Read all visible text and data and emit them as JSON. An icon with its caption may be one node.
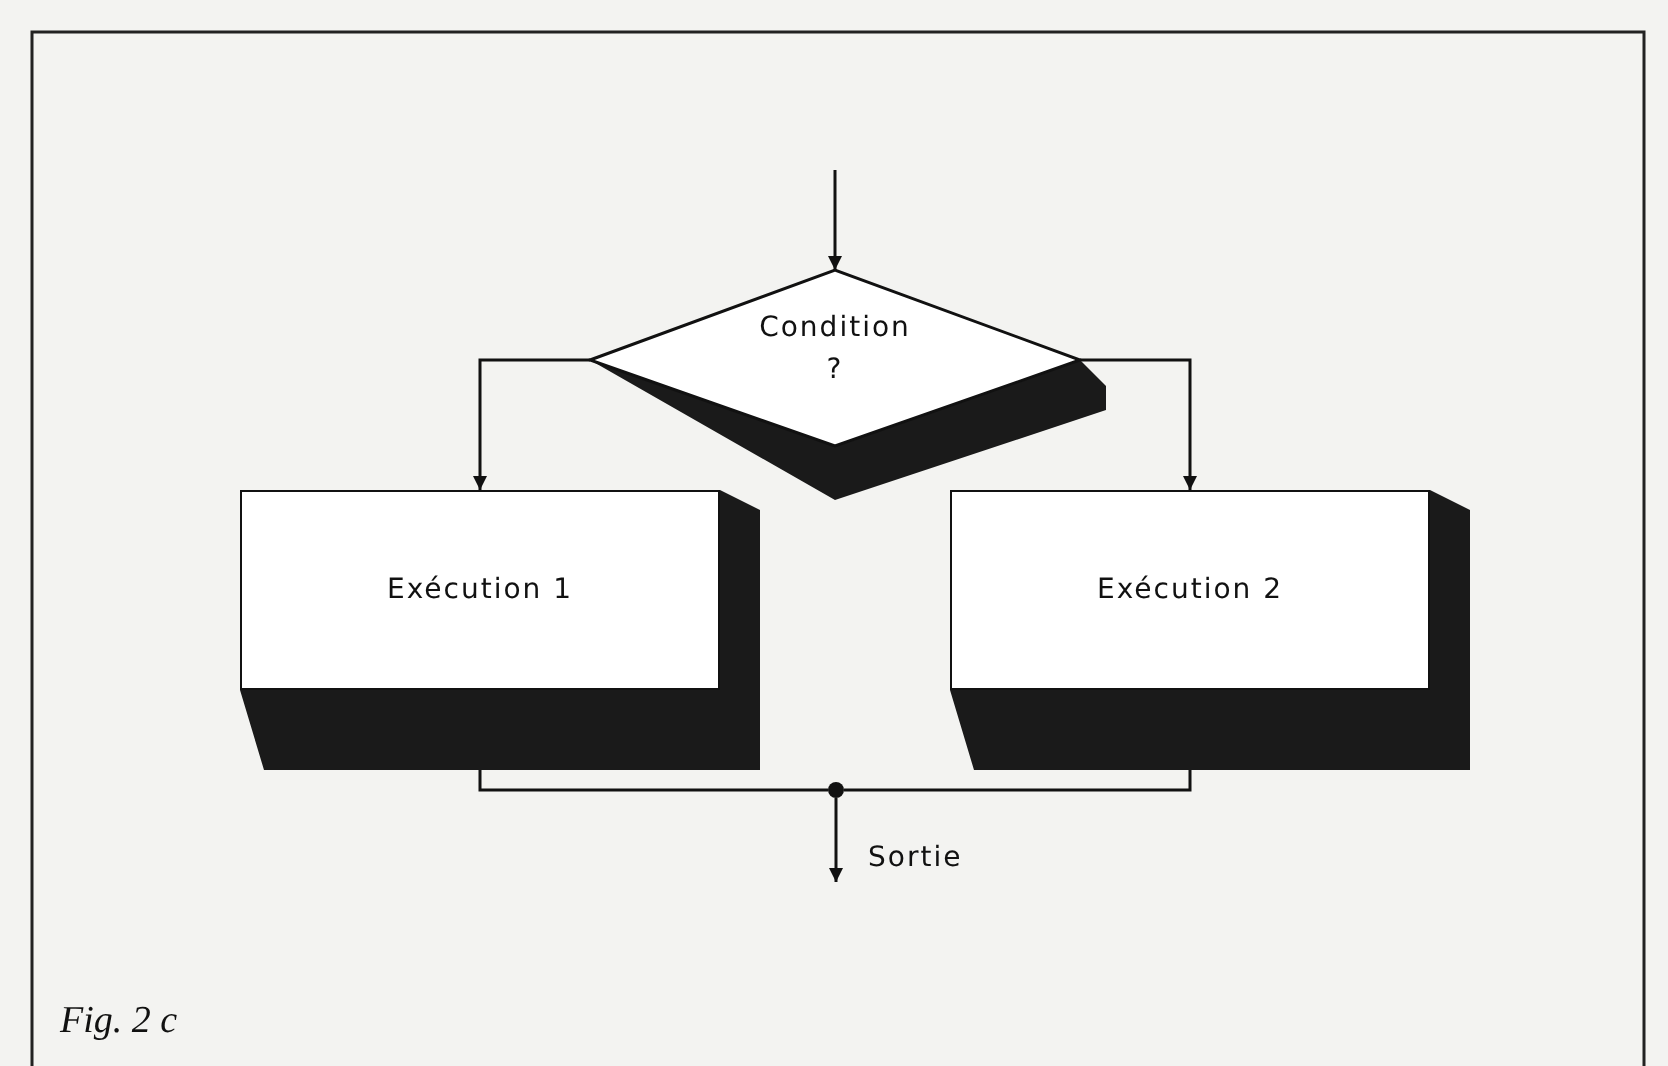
{
  "diagram": {
    "caption": "Fig. 2 c",
    "nodes": [
      {
        "text": [
          "Condition ?"
        ]
      },
      {
        "text": [
          "Exécution 1"
        ]
      },
      {
        "text": [
          "Exécution 2"
        ]
      },
      {
        "text": [],
        "shape": "circle"
      }
    ],
    "edges": [
      {
        "from": null,
        "to": 0,
        "arrow": "to"
      },
      {
        "from": 0,
        "to": 1,
        "arrow": "to"
      },
      {
        "from": 0,
        "to": 2,
        "arrow": "to"
      },
      {
        "from": 1,
        "to": 3,
        "arrow": "none"
      },
      {
        "from": 2,
        "to": 3,
        "arrow": "none"
      },
      {
        "from": 3,
        "to": null,
        "arrow": "to",
        "label": "Sortie"
      }
    ]
  }
}
